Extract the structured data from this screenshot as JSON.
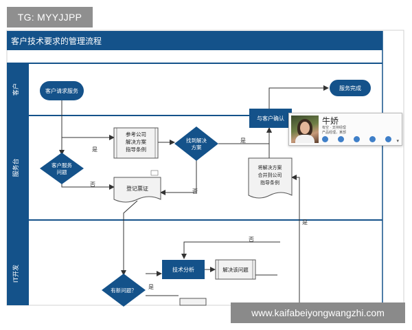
{
  "badge": "TG: MYYJJPP",
  "watermark": "www.kaifabeiyongwangzhi.com",
  "diagram": {
    "title": "客户技术要求的管理流程",
    "lanes": {
      "customer": "客户",
      "service": "服务台",
      "it": "IT开发"
    },
    "nodes": {
      "request": "客户请求服务",
      "done": "服务完成",
      "confirm": "与客户确认",
      "is_service_issue": [
        "客户服务",
        "问题"
      ],
      "reference": [
        "参考公司",
        "解决方案",
        "指导条例"
      ],
      "find_solution": [
        "找到解决",
        "方案"
      ],
      "register": "登记票证",
      "will_solution": [
        "将解决方案",
        "合并到公司",
        "指导条例"
      ],
      "tech_analysis": "技术分析",
      "resolve": "解决该问题",
      "new_issue": "有新问题？"
    },
    "labels": {
      "yes": "是",
      "no": "否"
    }
  },
  "contact_card": {
    "name": "牛娇",
    "line1": "有空 · 支持经理",
    "line2": "产品经理，某部",
    "icons": [
      "message-icon",
      "phone-icon",
      "video-icon",
      "mail-icon",
      "calendar-icon"
    ]
  }
}
